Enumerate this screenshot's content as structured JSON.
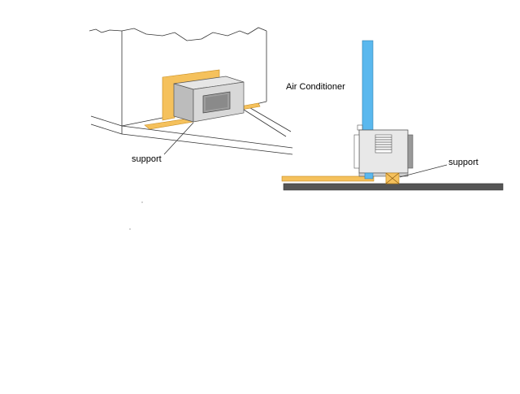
{
  "labels": {
    "support_left": "support",
    "air_conditioner": "Air Conditioner",
    "support_right": "support"
  },
  "colors": {
    "wood": "#f5c15c",
    "wood_dark": "#e0a83a",
    "ac_body": "#d8d8d8",
    "ac_side": "#b8b8b8",
    "pipe": "#5ab8ee",
    "ground": "#555555",
    "line": "#333333"
  }
}
